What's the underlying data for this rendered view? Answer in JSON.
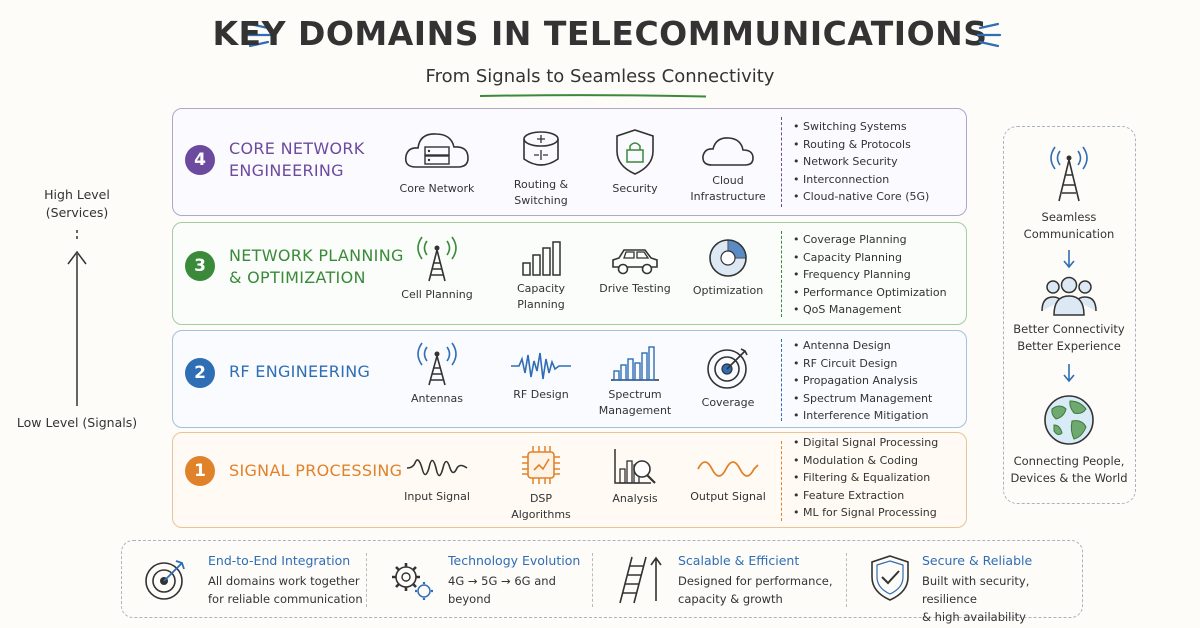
{
  "header": {
    "title": "KEY DOMAINS IN TELECOMMUNICATIONS",
    "subtitle": "From Signals to Seamless Connectivity"
  },
  "axis": {
    "high_label": "High Level\n(Services)",
    "low_label": "Low Level\n(Signals)"
  },
  "rows": [
    {
      "number": "4",
      "title": "CORE NETWORK\nENGINEERING",
      "color": "#6c4a9e",
      "items": [
        {
          "label": "Core Network",
          "icon": "cloud-server-icon"
        },
        {
          "label": "Routing &\nSwitching",
          "icon": "router-icon"
        },
        {
          "label": "Security",
          "icon": "shield-lock-icon"
        },
        {
          "label": "Cloud\nInfrastructure",
          "icon": "cloud-icon"
        }
      ],
      "bullets": [
        "Switching Systems",
        "Routing & Protocols",
        "Network Security",
        "Interconnection",
        "Cloud-native Core (5G)"
      ]
    },
    {
      "number": "3",
      "title": "NETWORK PLANNING\n& OPTIMIZATION",
      "color": "#3a8a3a",
      "items": [
        {
          "label": "Cell Planning",
          "icon": "cell-tower-icon"
        },
        {
          "label": "Capacity\nPlanning",
          "icon": "bar-chart-icon"
        },
        {
          "label": "Drive Testing",
          "icon": "car-icon"
        },
        {
          "label": "Optimization",
          "icon": "pie-chart-icon"
        }
      ],
      "bullets": [
        "Coverage Planning",
        "Capacity Planning",
        "Frequency Planning",
        "Performance Optimization",
        "QoS Management"
      ]
    },
    {
      "number": "2",
      "title": "RF ENGINEERING",
      "color": "#2f6db5",
      "items": [
        {
          "label": "Antennas",
          "icon": "antenna-icon"
        },
        {
          "label": "RF Design",
          "icon": "waveform-icon"
        },
        {
          "label": "Spectrum\nManagement",
          "icon": "spectrum-icon"
        },
        {
          "label": "Coverage",
          "icon": "target-icon"
        }
      ],
      "bullets": [
        "Antenna Design",
        "RF Circuit Design",
        "Propagation Analysis",
        "Spectrum Management",
        "Interference Mitigation"
      ]
    },
    {
      "number": "1",
      "title": "SIGNAL PROCESSING",
      "color": "#e0822a",
      "items": [
        {
          "label": "Input Signal",
          "icon": "signal-wave-icon"
        },
        {
          "label": "DSP\nAlgorithms",
          "icon": "chip-icon"
        },
        {
          "label": "Analysis",
          "icon": "analysis-icon"
        },
        {
          "label": "Output Signal",
          "icon": "sine-wave-icon"
        }
      ],
      "bullets": [
        "Digital Signal Processing",
        "Modulation & Coding",
        "Filtering & Equalization",
        "Feature Extraction",
        "ML for Signal Processing"
      ]
    }
  ],
  "right_panel": {
    "items": [
      {
        "label": "Seamless\nCommunication",
        "icon": "tower-icon"
      },
      {
        "label": "Better Connectivity\nBetter Experience",
        "icon": "people-icon"
      },
      {
        "label": "Connecting People,\nDevices & the World",
        "icon": "globe-icon"
      }
    ]
  },
  "footer": {
    "items": [
      {
        "title": "End-to-End Integration",
        "desc": "All domains work together\nfor reliable communication",
        "color": "#2f6db5",
        "icon": "target-arrow-icon"
      },
      {
        "title": "Technology Evolution",
        "desc": "4G → 5G → 6G and\nbeyond",
        "color": "#2f6db5",
        "icon": "gears-icon"
      },
      {
        "title": "Scalable & Efficient",
        "desc": "Designed for performance,\ncapacity & growth",
        "color": "#2f6db5",
        "icon": "ladder-icon"
      },
      {
        "title": "Secure & Reliable",
        "desc": "Built with security, resilience\n& high availability",
        "color": "#2f6db5",
        "icon": "shield-check-icon"
      }
    ]
  },
  "colors": {
    "accent_blue": "#2f6db5",
    "accent_green": "#3a8a3a",
    "accent_purple": "#6c4a9e",
    "accent_orange": "#e0822a"
  }
}
